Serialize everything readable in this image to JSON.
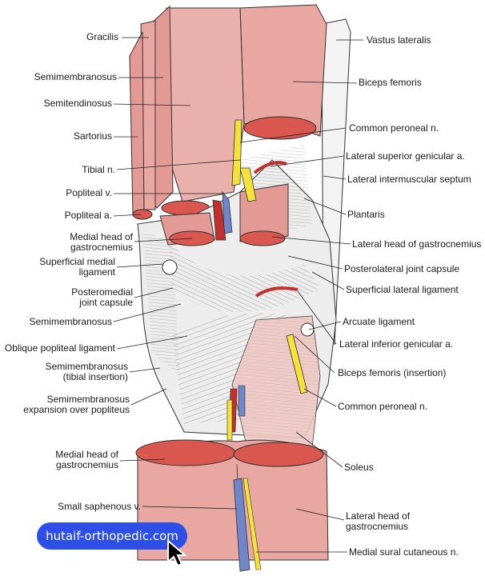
{
  "figure": {
    "labels_left": [
      {
        "id": "gracilis",
        "text": "Gracilis"
      },
      {
        "id": "semimembranosus-top",
        "text": "Semimembranosus"
      },
      {
        "id": "semitendinosus",
        "text": "Semitendinosus"
      },
      {
        "id": "sartorius",
        "text": "Sartorius"
      },
      {
        "id": "tibial-n",
        "text": "Tibial n."
      },
      {
        "id": "popliteal-v",
        "text": "Popliteal v."
      },
      {
        "id": "popliteal-a",
        "text": "Popliteal a."
      },
      {
        "id": "medial-head-gastroc-top",
        "text": "Medial head of\ngastrocnemius"
      },
      {
        "id": "superficial-medial-lig",
        "text": "Superficial medial\nligament"
      },
      {
        "id": "posteromedial-capsule",
        "text": "Posteromedial\njoint capsule"
      },
      {
        "id": "semimembranosus-mid",
        "text": "Semimembranosus"
      },
      {
        "id": "oblique-popliteal-lig",
        "text": "Oblique popliteal ligament"
      },
      {
        "id": "semimembranosus-tibial",
        "text": "Semimembranosus\n(tibial insertion)"
      },
      {
        "id": "semimembranosus-expansion",
        "text": "Semimembranosus\nexpansion over popliteus"
      },
      {
        "id": "medial-head-gastroc-bottom",
        "text": "Medial head of\ngastrocnemius"
      },
      {
        "id": "small-saphenous-v",
        "text": "Small saphenous v."
      }
    ],
    "labels_right": [
      {
        "id": "vastus-lateralis",
        "text": "Vastus lateralis"
      },
      {
        "id": "biceps-femoris",
        "text": "Biceps femoris"
      },
      {
        "id": "common-peroneal-top",
        "text": "Common peroneal n."
      },
      {
        "id": "lateral-sup-genicular",
        "text": "Lateral superior genicular a."
      },
      {
        "id": "lateral-intermuscular",
        "text": "Lateral intermuscular septum"
      },
      {
        "id": "plantaris",
        "text": "Plantaris"
      },
      {
        "id": "lateral-head-gastroc-top",
        "text": "Lateral head of gastrocnemius"
      },
      {
        "id": "posterolateral-capsule",
        "text": "Posterolateral joint capsule"
      },
      {
        "id": "superficial-lateral-lig",
        "text": "Superficial lateral ligament"
      },
      {
        "id": "arcuate-lig",
        "text": "Arcuate ligament"
      },
      {
        "id": "lateral-inf-genicular",
        "text": "Lateral inferior genicular a."
      },
      {
        "id": "biceps-insertion",
        "text": "Biceps femoris (insertion)"
      },
      {
        "id": "common-peroneal-bottom",
        "text": "Common peroneal n."
      },
      {
        "id": "soleus",
        "text": "Soleus"
      },
      {
        "id": "lateral-head-gastroc-bottom",
        "text": "Lateral head of\ngastrocnemius"
      },
      {
        "id": "medial-sural",
        "text": "Medial sural cutaneous n."
      }
    ]
  },
  "watermark": {
    "text": "hutaif-orthopedic.com"
  },
  "colors": {
    "muscle": "#e9a7a2",
    "muscle_dark": "#d98078",
    "muscle_cut": "#d9574f",
    "nerve": "#f2e23a",
    "vein": "#6f86c8",
    "artery": "#c0302c",
    "ligament": "#ececec",
    "badge": "#2d4fe8"
  }
}
